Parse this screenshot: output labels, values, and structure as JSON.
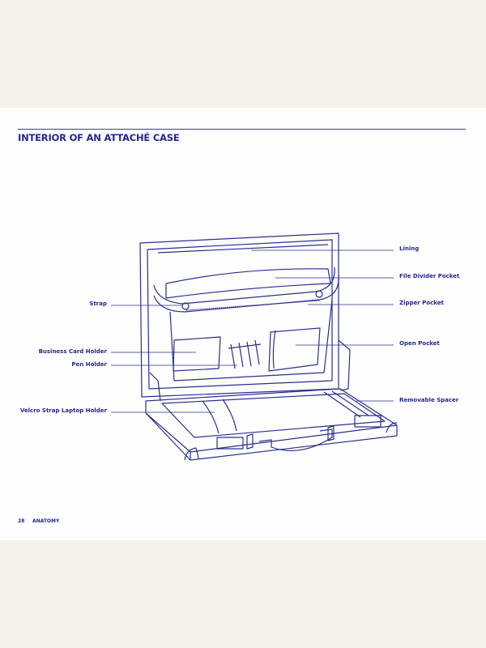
{
  "title": "INTERIOR OF AN ATTACHÉ CASE",
  "labels": {
    "lining": "Lining",
    "file_divider_pocket": "File Divider Pocket",
    "zipper_pocket": "Zipper Pocket",
    "open_pocket": "Open Pocket",
    "removable_spacer": "Removable Spacer",
    "strap": "Strap",
    "business_card_holder": "Business Card Holder",
    "pen_holder": "Pen Holder",
    "velcro_strap_laptop_holder": "Velcro Strap Laptop Holder"
  },
  "footer": {
    "page_number": "28",
    "section": "ANATOMY"
  },
  "colors": {
    "ink": "#23288a",
    "page": "#fefefe",
    "background": "#f4f2ea"
  }
}
